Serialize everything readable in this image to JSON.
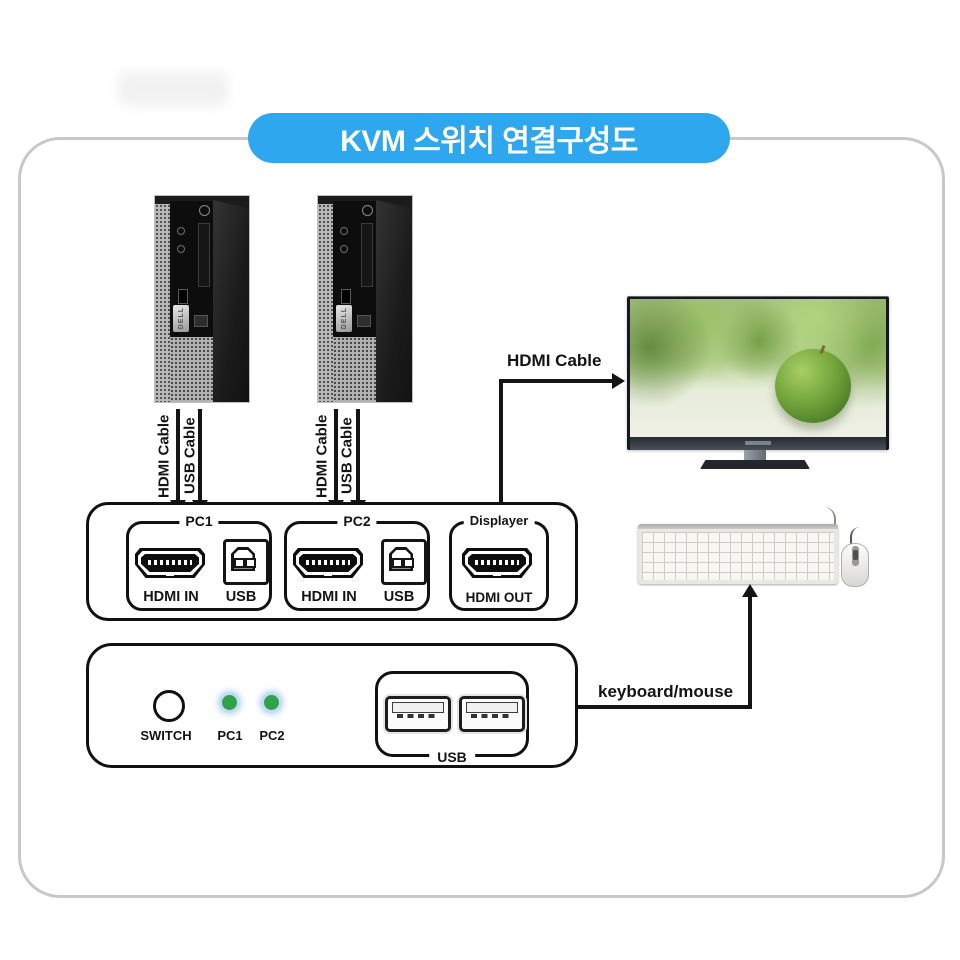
{
  "title": "KVM 스위치 연결구성도",
  "cable_labels": {
    "hdmi": "HDMI Cable",
    "usb": "USB Cable",
    "keyboard_mouse": "keyboard/mouse"
  },
  "kvm_rear": {
    "groups": [
      {
        "name": "PC1",
        "hdmi_label": "HDMI IN",
        "usb_label": "USB"
      },
      {
        "name": "PC2",
        "hdmi_label": "HDMI IN",
        "usb_label": "USB"
      },
      {
        "name": "Displayer",
        "hdmi_label": "HDMI OUT"
      }
    ]
  },
  "kvm_front": {
    "switch_label": "SWITCH",
    "leds": [
      {
        "label": "PC1",
        "color": "#2FA24A"
      },
      {
        "label": "PC2",
        "color": "#2FA24A"
      }
    ],
    "usb_label": "USB"
  },
  "devices": {
    "pc_badge": "DELL"
  },
  "colors": {
    "title_bg": "#2EA7EE",
    "line": "#141414",
    "led_green": "#2FA24A",
    "frame_gray": "#C8C8C8"
  }
}
